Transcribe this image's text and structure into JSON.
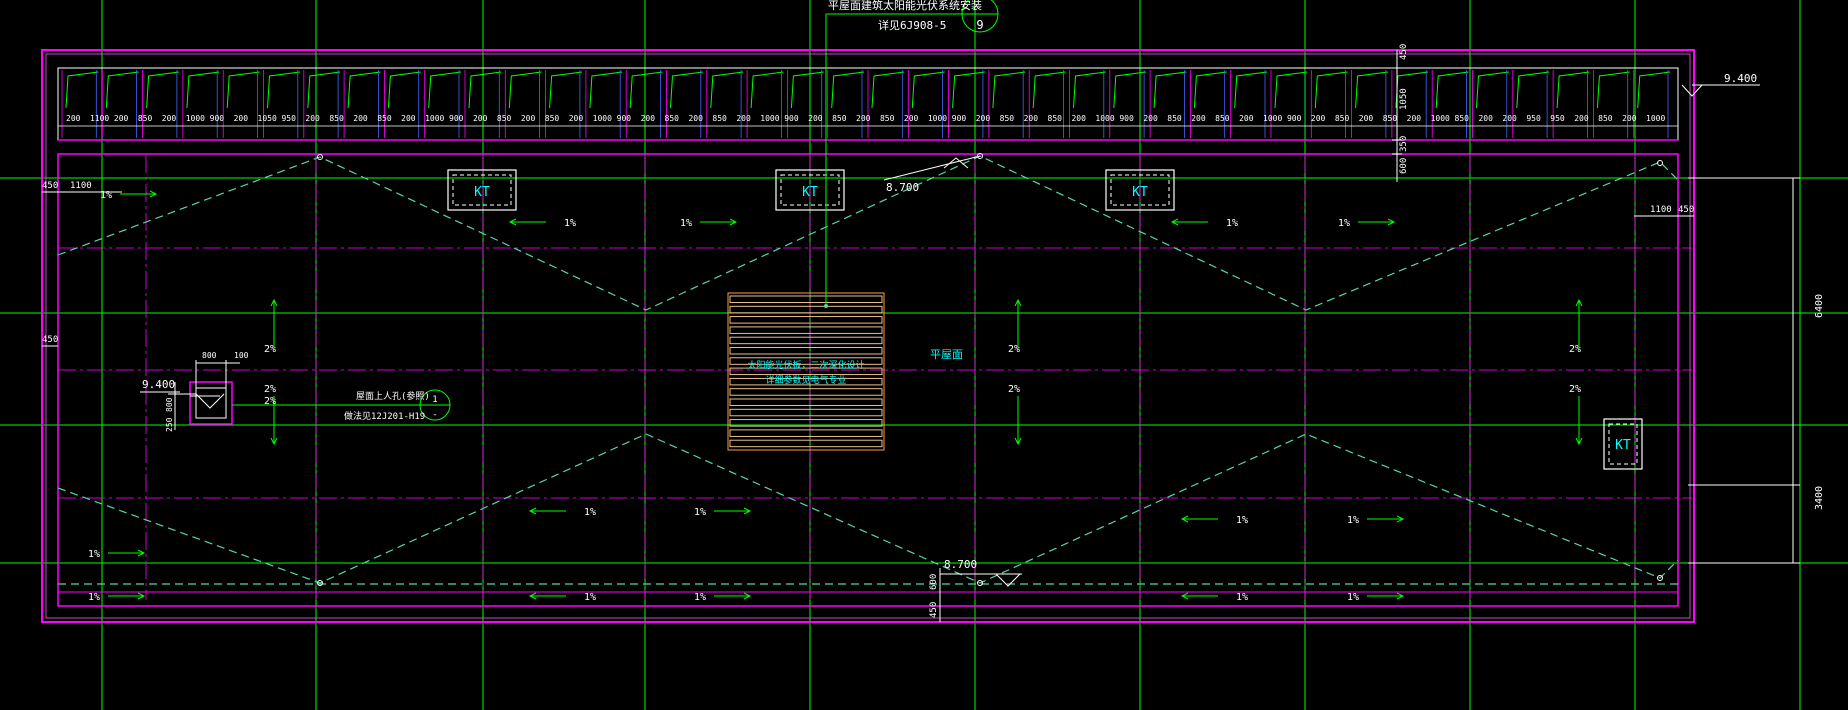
{
  "colors": {
    "background": "#000000",
    "grid": "#00ff00",
    "axis": "#ff00ff",
    "frame": "#ff00ff",
    "frame_inner": "#cc44cc",
    "parapet": "#ffffff",
    "slope": "#55d7a8",
    "text": "#ffffff",
    "cyan_text": "#00ffff",
    "panel": "#ffd39b",
    "panel_outline": "#ff9c3c",
    "dim": "#ffffff",
    "ridge": "#d2d2d2",
    "leader": "#00ff00"
  },
  "title_note": {
    "line1": "平屋面建筑太阳能光伏系统安装",
    "line2": "详见6J908-5",
    "index": "9"
  },
  "roof_label": "平屋面",
  "hatch_note": {
    "line1": "屋面上人孔(参照)",
    "line2": "做法见12J201-H19",
    "index": "1",
    "index_sub": "-"
  },
  "panel_note": {
    "line1": "太阳能光伏板，二次深化设计",
    "line2": "详细参数见电气专业"
  },
  "elevations": {
    "top_right": "9.400",
    "hatch": "9.400",
    "ridge_top": "8.700",
    "ridge_bottom": "8.700"
  },
  "ac_unit_label": "KT",
  "slopes": {
    "one_percent": "1%",
    "two_percent": "2%"
  },
  "top_strip_dims": [
    "200",
    "1100",
    "200",
    "850",
    "200",
    "1000",
    "900",
    "200",
    "1050",
    "950",
    "200",
    "850",
    "200",
    "850",
    "200",
    "1000",
    "900",
    "200",
    "850",
    "200",
    "850",
    "200",
    "1000",
    "900",
    "200",
    "850",
    "200",
    "850",
    "200",
    "1000",
    "900",
    "200",
    "850",
    "200",
    "850",
    "200",
    "1000",
    "900",
    "200",
    "850",
    "200",
    "850",
    "200",
    "1000",
    "900",
    "200",
    "850",
    "200",
    "850",
    "200",
    "1000",
    "900",
    "200",
    "850",
    "200",
    "850",
    "200",
    "1000",
    "850",
    "200",
    "200",
    "950",
    "950",
    "200",
    "850",
    "200",
    "1000"
  ],
  "vertical_dims": {
    "top_1": "450",
    "top_2": "1050",
    "top_3": "350",
    "top_4": "600",
    "left_450_top": "450",
    "left_1100": "1100",
    "right_1100": "1100",
    "right_450": "450",
    "left_450_mid": "450",
    "hatch_w1": "800",
    "hatch_w2": "100",
    "hatch_h1": "800",
    "hatch_h2": "250",
    "bottom_1": "600",
    "bottom_2": "450"
  },
  "right_dims": {
    "upper": "6400",
    "lower": "3400"
  }
}
